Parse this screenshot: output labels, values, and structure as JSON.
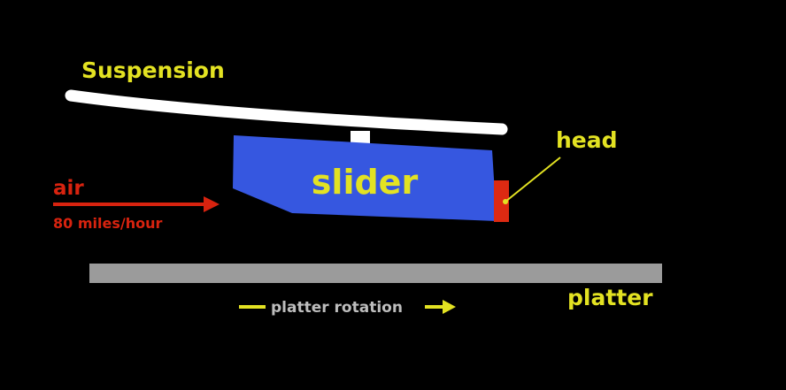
{
  "labels": {
    "suspension": "Suspension",
    "slider": "slider",
    "head": "head",
    "air": "air",
    "air_speed": "80 miles/hour",
    "platter": "platter",
    "platter_rotation": "platter rotation"
  },
  "colors": {
    "background": "#000000",
    "label_yellow": "#e3e222",
    "air_red": "#d8230f",
    "slider_blue": "#3657e0",
    "head_red": "#dd2a12",
    "suspension_white": "#ffffff",
    "platter_gray": "#9b9b9b",
    "rotation_label": "#bdbdbd"
  }
}
